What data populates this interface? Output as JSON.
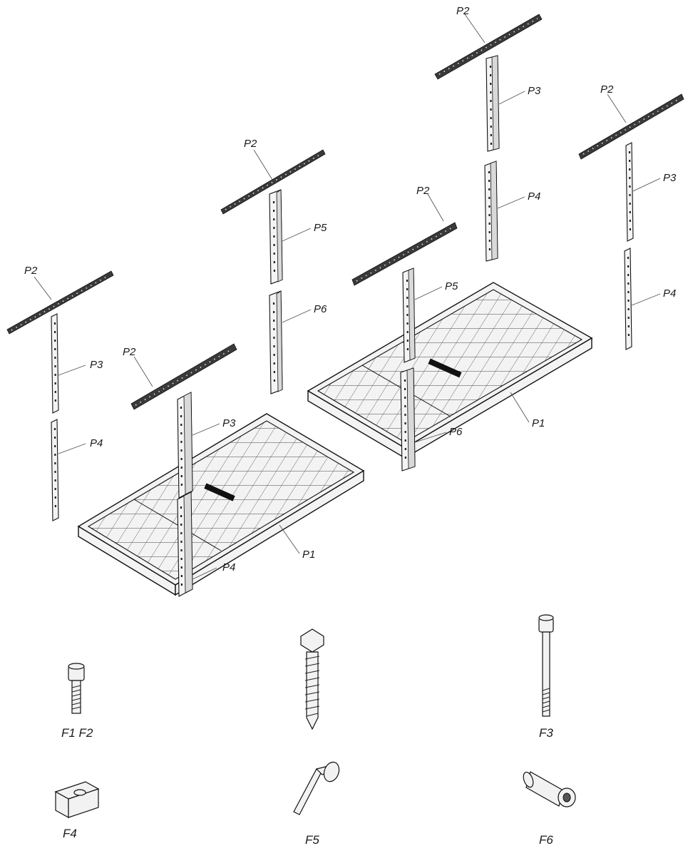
{
  "diagram": {
    "labels": {
      "left_rail_top": "P2",
      "left_post_top": "P3",
      "left_post_bottom": "P4",
      "lc_rail_top": "P2",
      "lc_post_top": "P5",
      "lc_post_bottom": "P6",
      "lp_rail": "P2",
      "lp_post_upper": "P3",
      "lp_post_lower": "P4",
      "lp_frame": "P1",
      "mid_rail": "P2",
      "mid_post": "P5",
      "mid_post_lower": "P6",
      "rp_frame": "P1",
      "top_rail": "P2",
      "top_post": "P3",
      "top_post_lower": "P4",
      "right_rail": "P2",
      "right_post_top": "P3",
      "right_post_bottom": "P4"
    },
    "hardware": {
      "f1f2": "F1 F2",
      "f3": "F3",
      "f4": "F4",
      "f5": "F5",
      "f6": "F6"
    }
  }
}
